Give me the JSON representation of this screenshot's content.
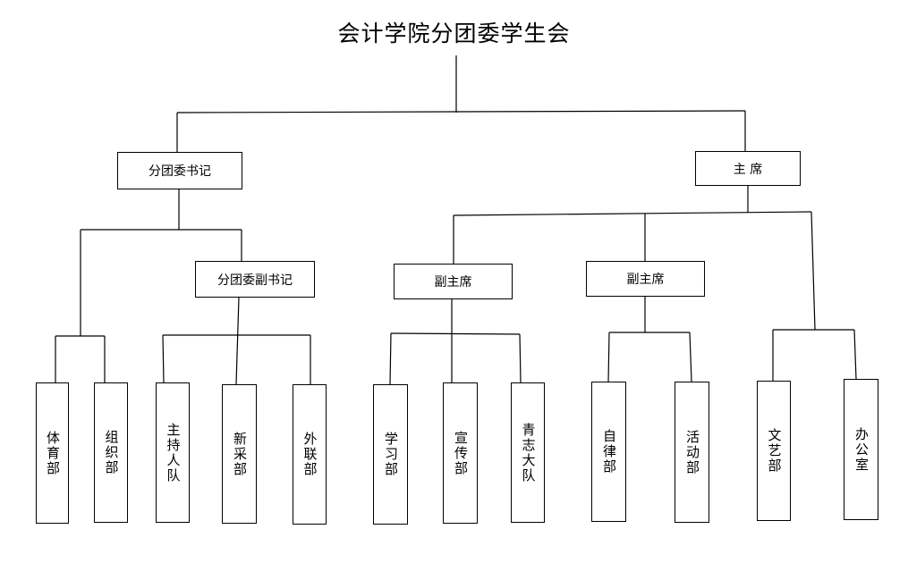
{
  "title": "会计学院分团委学生会",
  "nodes": {
    "secretary": "分团委书记",
    "chair": "主 席",
    "deputy_secretary": "分团委副书记",
    "vice_chair_1": "副主席",
    "vice_chair_2": "副主席"
  },
  "departments": [
    "体育部",
    "组织部",
    "主持人队",
    "新采部",
    "外联部",
    "学习部",
    "宣传部",
    "青志大队",
    "自律部",
    "活动部",
    "文艺部",
    "办公室"
  ],
  "colors": {
    "line": "#000000",
    "background": "#ffffff"
  }
}
